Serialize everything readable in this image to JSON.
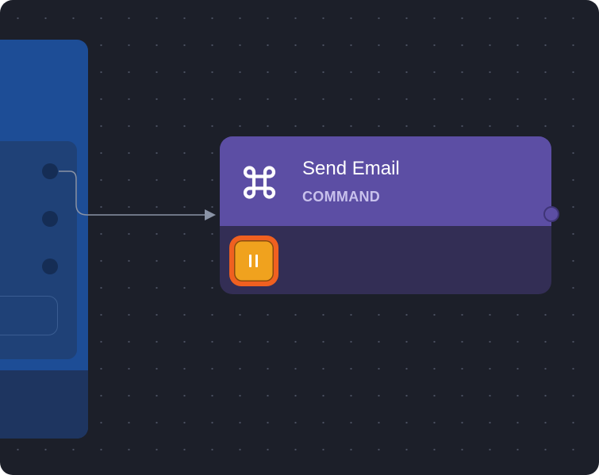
{
  "nodes": {
    "command_node": {
      "title": "Send Email",
      "type_label": "COMMAND",
      "icon": "command-key-icon",
      "header_color": "#5c4ea4",
      "body_color": "#332e55"
    },
    "source_node": {
      "color": "#1d4d96",
      "ports_visible": 3
    }
  },
  "controls": {
    "pause_button": {
      "icon": "pause-icon",
      "fill_color": "#f0a21e",
      "highlight_color": "#f06020"
    }
  },
  "canvas": {
    "background_color": "#1c1f29",
    "edge_color": "#8a93a6"
  }
}
